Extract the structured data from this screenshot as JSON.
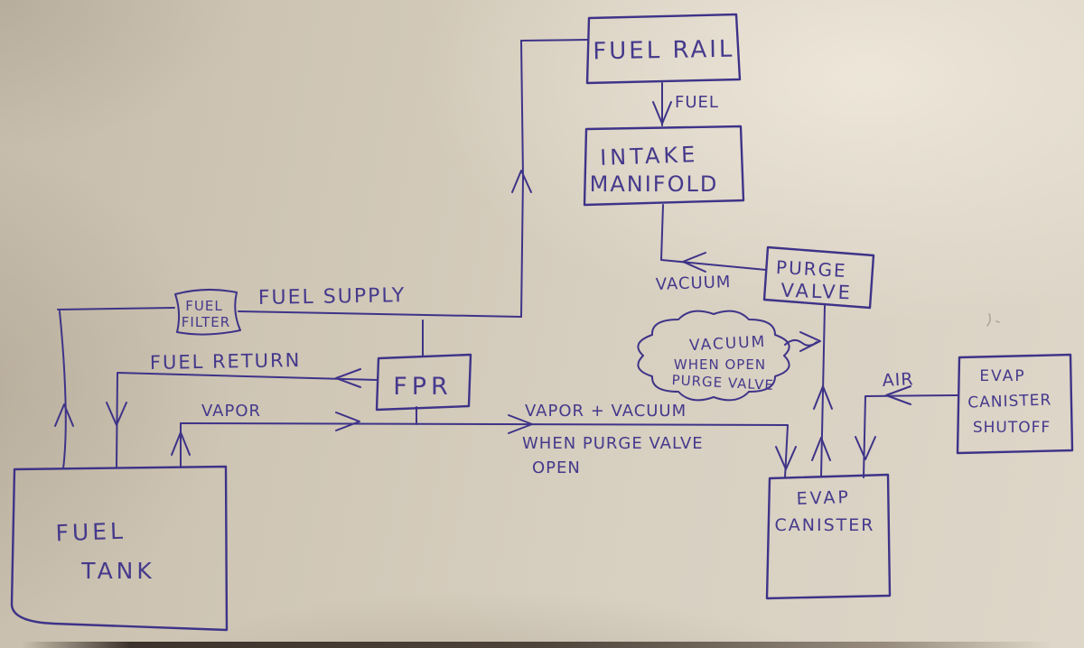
{
  "photo": {
    "paper_color": "#d3cabb",
    "ink_color": "#3e3388"
  },
  "diagram": {
    "nodes": {
      "fuel_rail": {
        "label": "FUEL RAIL"
      },
      "intake_manifold": {
        "line1": "INTAKE",
        "line2": "MANIFOLD"
      },
      "purge_valve": {
        "line1": "PURGE",
        "line2": "VALVE"
      },
      "fuel_filter": {
        "line1": "FUEL",
        "line2": "FILTER"
      },
      "fpr": {
        "label": "FPR"
      },
      "fuel_tank": {
        "line1": "FUEL",
        "line2": "TANK"
      },
      "evap_canister": {
        "line1": "EVAP",
        "line2": "CANISTER"
      },
      "evap_canister_shutoff": {
        "line1": "EVAP",
        "line2": "CANISTER",
        "line3": "SHUTOFF"
      },
      "vacuum_cloud": {
        "line1": "VACUUM",
        "line2": "WHEN OPEN",
        "line3": "PURGE VALVE"
      }
    },
    "edge_labels": {
      "fuel_supply": "FUEL SUPPLY",
      "fuel_return": "FUEL RETURN",
      "vapor": "VAPOR",
      "fuel": "FUEL",
      "vacuum": "VACUUM",
      "vapor_vacuum_line1": "VAPOR + VACUUM",
      "vapor_vacuum_line2": "WHEN PURGE VALVE",
      "vapor_vacuum_line3": "OPEN",
      "air": "AIR"
    },
    "edges": [
      {
        "from": "FUEL TANK",
        "to": "FUEL RAIL",
        "via": "FUEL FILTER",
        "label": "FUEL SUPPLY"
      },
      {
        "from": "FUEL RAIL",
        "to": "INTAKE MANIFOLD",
        "label": "FUEL"
      },
      {
        "from": "PURGE VALVE",
        "to": "INTAKE MANIFOLD",
        "label": "VACUUM"
      },
      {
        "from": "FPR",
        "to": "FUEL TANK",
        "label": "FUEL RETURN"
      },
      {
        "from": "FUEL TANK",
        "to": "EVAP CANISTER",
        "label": "VAPOR + VACUUM WHEN PURGE VALVE OPEN",
        "via": "FPR"
      },
      {
        "from": "EVAP CANISTER",
        "to": "PURGE VALVE",
        "label": "VACUUM WHEN OPEN PURGE VALVE"
      },
      {
        "from": "EVAP CANISTER SHUTOFF",
        "to": "EVAP CANISTER",
        "label": "AIR"
      }
    ]
  }
}
